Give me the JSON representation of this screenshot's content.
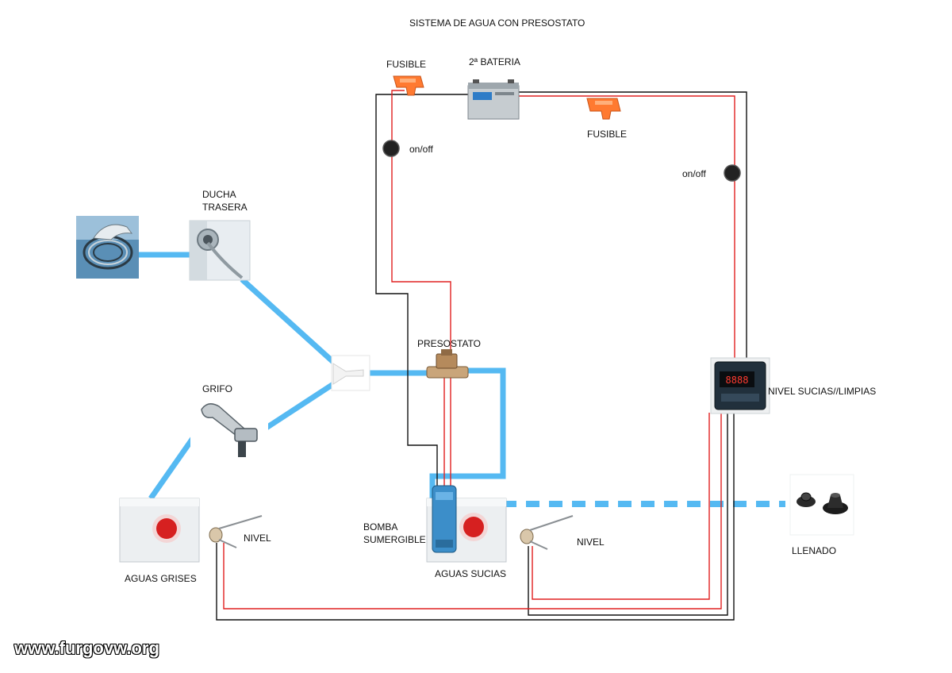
{
  "title": "SISTEMA DE AGUA CON PRESOSTATO",
  "labels": {
    "fuse_left": "FUSIBLE",
    "battery": "2ª BATERIA",
    "fuse_right": "FUSIBLE",
    "switch_left": "on/off",
    "switch_right": "on/off",
    "rear_shower": "DUCHA\nTRASERA",
    "faucet": "GRIFO",
    "pressure_switch": "PRESOSTATO",
    "level_panel": "NIVEL SUCIAS//LIMPIAS",
    "grey_tank": "AGUAS GRISES",
    "grey_level": "NIVEL",
    "pump": "BOMBA\nSUMERGIBLE",
    "dirty_tank": "AGUAS SUCIAS",
    "dirty_level": "NIVEL",
    "filler": "LLENADO"
  },
  "panel_display": "8888",
  "watermark": "www.furgovw.org",
  "colors": {
    "water_pipe": "#55b9f2",
    "wire_positive": "#e02020",
    "wire_negative": "#111111",
    "fuse": "#ff7a30",
    "tank_button": "#d62020"
  }
}
